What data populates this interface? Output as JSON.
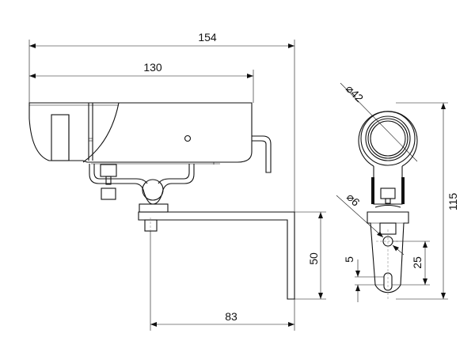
{
  "dimensions": {
    "overall_length": "154",
    "housing_length": "130",
    "tube_diameter": "⌀42",
    "overall_height": "115",
    "hole_diameter": "⌀6",
    "hole_spacing": "25",
    "slot_width": "5",
    "arm_height": "50",
    "arm_length": "83"
  }
}
